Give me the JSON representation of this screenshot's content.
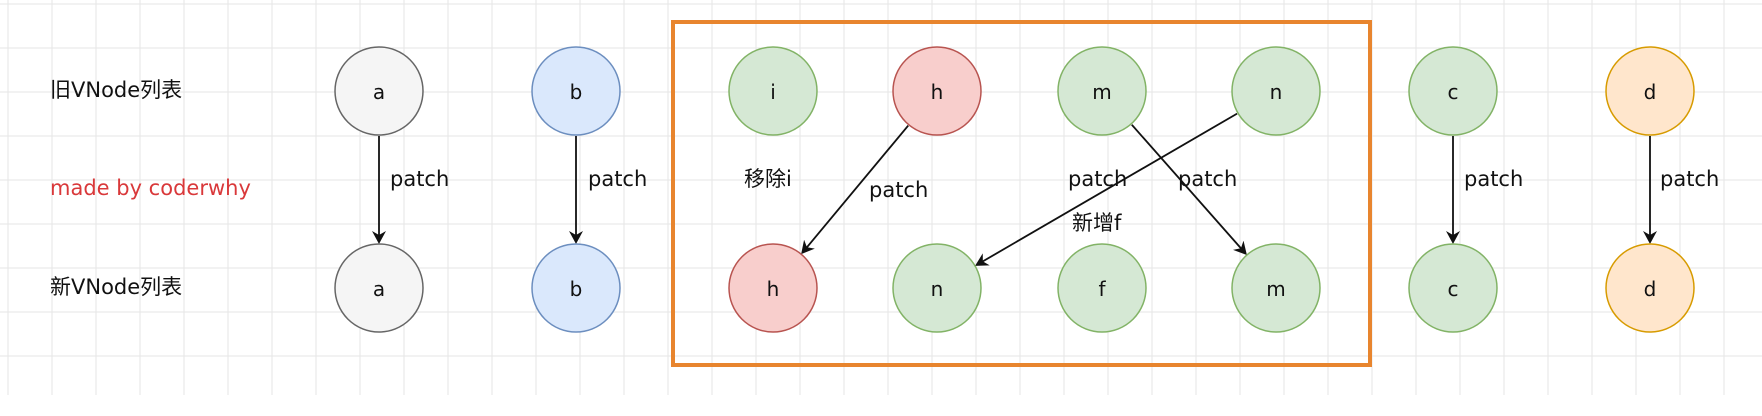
{
  "labels": {
    "old_list": "旧VNode列表",
    "new_list": "新VNode列表",
    "watermark": "made by coderwhy"
  },
  "edge_labels": {
    "a": "patch",
    "b": "patch",
    "remove_i": "移除i",
    "h": "patch",
    "m_mid": "patch",
    "add_f": "新增f",
    "m": "patch",
    "c": "patch",
    "d": "patch"
  },
  "old_nodes": [
    {
      "id": "a",
      "label": "a",
      "style": "gray"
    },
    {
      "id": "b",
      "label": "b",
      "style": "blue"
    },
    {
      "id": "i",
      "label": "i",
      "style": "green"
    },
    {
      "id": "h",
      "label": "h",
      "style": "red"
    },
    {
      "id": "m",
      "label": "m",
      "style": "green"
    },
    {
      "id": "n",
      "label": "n",
      "style": "green"
    },
    {
      "id": "c",
      "label": "c",
      "style": "green"
    },
    {
      "id": "d",
      "label": "d",
      "style": "orange"
    }
  ],
  "new_nodes": [
    {
      "id": "a",
      "label": "a",
      "style": "gray"
    },
    {
      "id": "b",
      "label": "b",
      "style": "blue"
    },
    {
      "id": "h",
      "label": "h",
      "style": "red"
    },
    {
      "id": "n",
      "label": "n",
      "style": "green"
    },
    {
      "id": "f",
      "label": "f",
      "style": "green"
    },
    {
      "id": "m",
      "label": "m",
      "style": "green"
    },
    {
      "id": "c",
      "label": "c",
      "style": "green"
    },
    {
      "id": "d",
      "label": "d",
      "style": "orange"
    }
  ],
  "edges": [
    {
      "from": "a",
      "to": "a"
    },
    {
      "from": "b",
      "to": "b"
    },
    {
      "from": "h",
      "to": "h"
    },
    {
      "from": "n",
      "to": "n"
    },
    {
      "from": "m",
      "to": "m"
    },
    {
      "from": "c",
      "to": "c"
    },
    {
      "from": "d",
      "to": "d"
    }
  ],
  "colors": {
    "gray": {
      "fill": "#f5f5f5",
      "stroke": "#666666"
    },
    "blue": {
      "fill": "#dae8fc",
      "stroke": "#6c8ebf"
    },
    "green": {
      "fill": "#d5e8d4",
      "stroke": "#82b366"
    },
    "red": {
      "fill": "#f8cecc",
      "stroke": "#b85450"
    },
    "orange": {
      "fill": "#ffe6cc",
      "stroke": "#d79b00"
    },
    "frame": "#e8852e",
    "watermark": "#d9383a",
    "grid": "#e6e6e6",
    "arrow": "#111111"
  }
}
